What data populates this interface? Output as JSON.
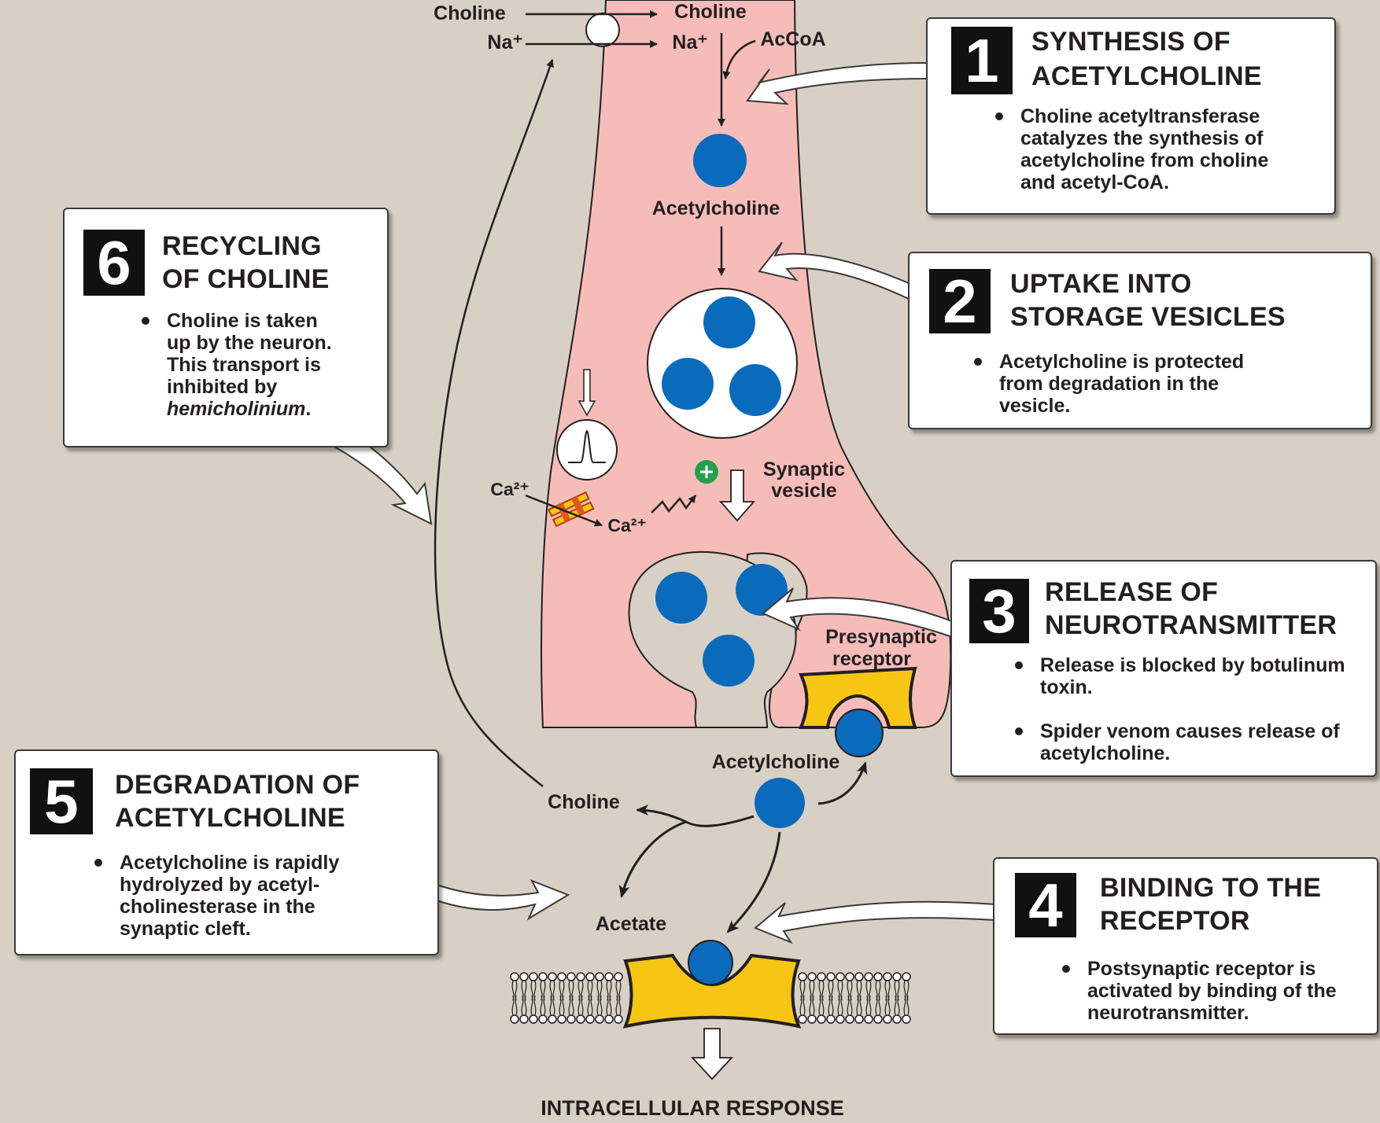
{
  "labels": {
    "choline_top_out": "Choline",
    "choline_top_in": "Choline",
    "na_out": "Na⁺",
    "na_in": "Na⁺",
    "accoa": "AcCoA",
    "acetylcholine_upper": "Acetylcholine",
    "synaptic": "Synaptic",
    "vesicle": "vesicle",
    "ca_out": "Ca²⁺",
    "ca_in": "Ca²⁺",
    "presynaptic": "Presynaptic",
    "receptor": "receptor",
    "acetylcholine_cleft": "Acetylcholine",
    "choline_cleft": "Choline",
    "acetate": "Acetate",
    "intracellular_response": "INTRACELLULAR RESPONSE"
  },
  "steps": [
    {
      "number": "1",
      "title_line1": "SYNTHESIS OF",
      "title_line2": "ACETYLCHOLINE",
      "bullets": [
        "Choline acetyltransferase catalyzes the synthesis of acetylcholine from choline and acetyl-CoA."
      ]
    },
    {
      "number": "2",
      "title_line1": "UPTAKE INTO",
      "title_line2": "STORAGE VESICLES",
      "bullets": [
        "Acetylcholine is protected from degradation in the vesicle."
      ]
    },
    {
      "number": "3",
      "title_line1": "RELEASE OF",
      "title_line2": "NEUROTRANSMITTER",
      "bullets": [
        "Release is blocked by botulinum toxin.",
        "Spider venom causes release of acetylcholine."
      ]
    },
    {
      "number": "4",
      "title_line1": "BINDING TO THE",
      "title_line2": "RECEPTOR",
      "bullets": [
        "Postsynaptic receptor is activated by binding of the neurotransmitter."
      ]
    },
    {
      "number": "5",
      "title_line1": "DEGRADATION OF",
      "title_line2": "ACETYLCHOLINE",
      "bullets": [
        "Acetylcholine is rapidly hydrolyzed by acetyl-cholinesterase in the synaptic cleft."
      ]
    },
    {
      "number": "6",
      "title_line1": "RECYCLING",
      "title_line2": "OF CHOLINE",
      "bullet_prefix": "Choline is taken up by the neuron. This transport is inhibited by",
      "bullet_italic": "hemicholinium",
      "bullet_suffix": "."
    }
  ],
  "colors": {
    "background": "#d8d0c4",
    "neuron": "#f6bdb8",
    "molecule": "#0a6bbd",
    "receptor": "#f7c614",
    "stimulator": "#22a04a"
  }
}
